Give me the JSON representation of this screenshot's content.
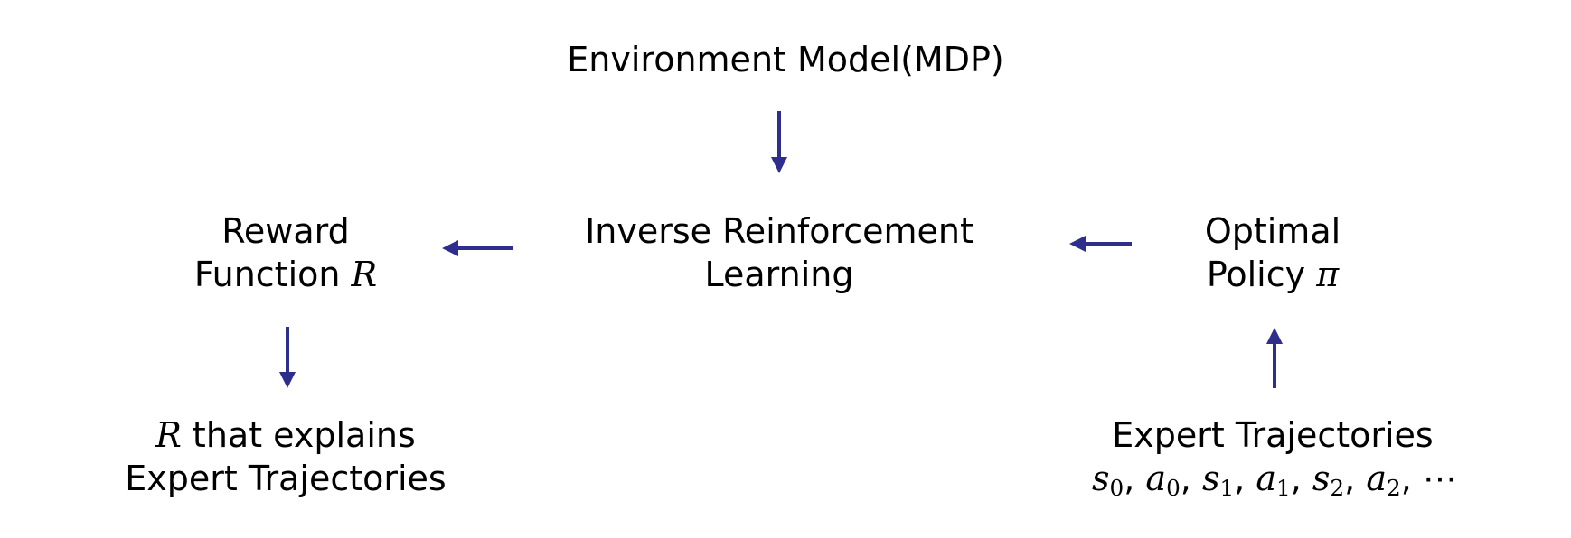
{
  "colors": {
    "arrow": "#2e2f8c",
    "text": "#000000"
  },
  "nodes": {
    "environment": {
      "label": "Environment Model(MDP)"
    },
    "irl": {
      "line1": "Inverse Reinforcement",
      "line2": "Learning"
    },
    "reward": {
      "line1": "Reward",
      "line2_text": "Function ",
      "line2_symbol": "R"
    },
    "policy": {
      "line1": "Optimal",
      "line2_text": "Policy ",
      "line2_symbol": "π"
    },
    "r_explains": {
      "line1_symbol": "R",
      "line1_text": " that explains",
      "line2": "Expert Trajectories"
    },
    "expert": {
      "line1": "Expert Trajectories",
      "sequence": [
        {
          "sym": "s",
          "sub": "0"
        },
        {
          "sym": "a",
          "sub": "0"
        },
        {
          "sym": "s",
          "sub": "1"
        },
        {
          "sym": "a",
          "sub": "1"
        },
        {
          "sym": "s",
          "sub": "2"
        },
        {
          "sym": "a",
          "sub": "2"
        }
      ],
      "ellipsis": "⋯"
    }
  },
  "edges": [
    {
      "from": "environment",
      "to": "irl"
    },
    {
      "from": "irl",
      "to": "reward"
    },
    {
      "from": "policy",
      "to": "irl"
    },
    {
      "from": "reward",
      "to": "r_explains"
    },
    {
      "from": "expert",
      "to": "policy"
    }
  ]
}
